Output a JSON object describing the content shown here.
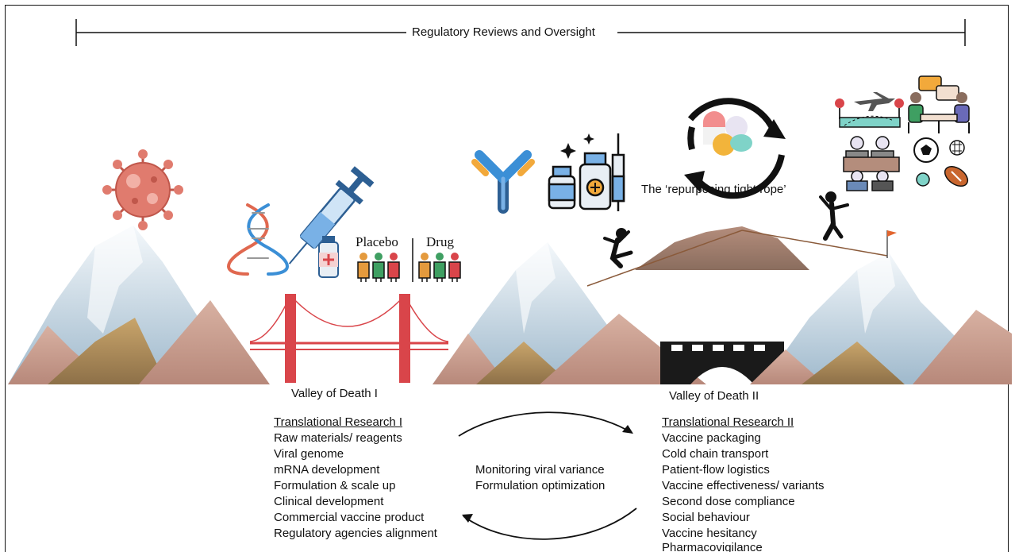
{
  "header": {
    "oversight_label": "Regulatory Reviews and Oversight"
  },
  "trial_labels": {
    "placebo": "Placebo",
    "drug": "Drug"
  },
  "tightrope_label": "The ‘repurposing tight rope’",
  "valleys": {
    "first": "Valley of Death I",
    "second": "Valley of Death II"
  },
  "research_1": {
    "title": "Translational Research I",
    "items": [
      "Raw materials/ reagents",
      "Viral genome",
      "mRNA development",
      "Formulation & scale up",
      "Clinical development",
      "Commercial vaccine product",
      "Regulatory agencies alignment"
    ]
  },
  "research_2": {
    "title": "Translational Research II",
    "items": [
      "Vaccine packaging",
      "Cold chain transport",
      "Patient-flow logistics",
      "Vaccine effectiveness/ variants",
      "Second dose compliance",
      "Social behaviour",
      "Vaccine hesitancy",
      "Pharmacovigilance"
    ]
  },
  "cycle_labels": [
    "Monitoring viral variance",
    "Formulation optimization"
  ],
  "colors": {
    "snow": "#dfe8ef",
    "rock": "#c59c8c",
    "gold": "#b8935a",
    "bridge_red": "#d9454a",
    "bridge_black": "#1a1a1a",
    "virus": "#e07b6e",
    "antibody": "#3b8fd6"
  },
  "icons": [
    "virus-icon",
    "dna-icon",
    "syringe-icon",
    "vial-icon",
    "antibody-icon",
    "vaccine-bottles-icon",
    "pills-cycle-icon",
    "airplane-icon",
    "meeting-icon",
    "sports-balls-icon",
    "flag-icon"
  ]
}
